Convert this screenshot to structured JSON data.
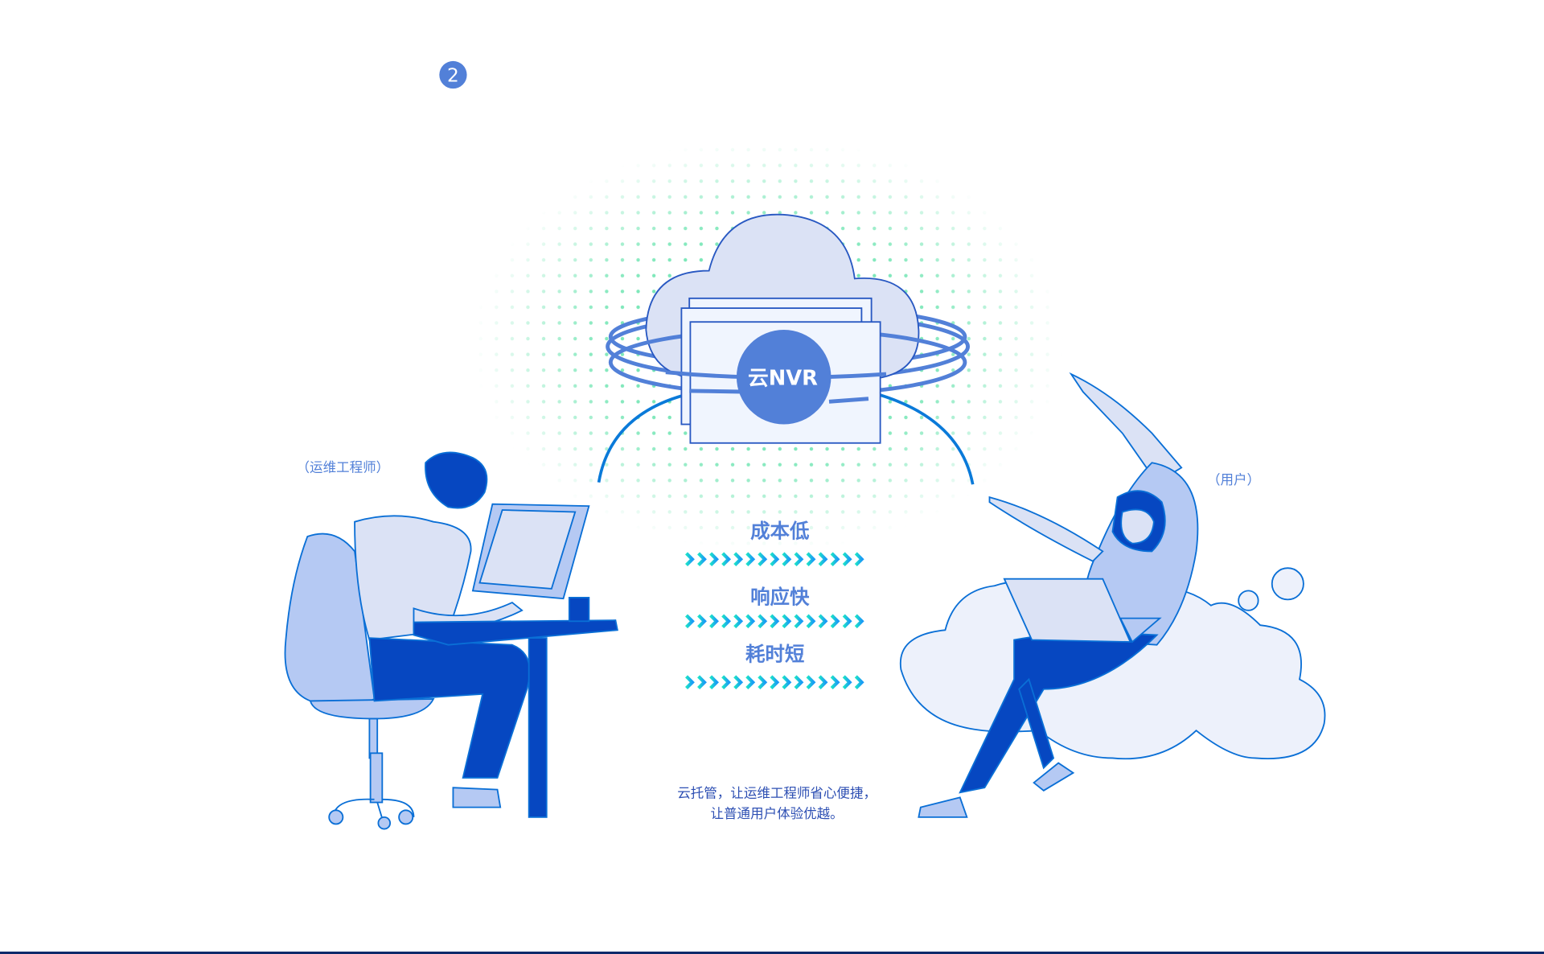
{
  "step_badge": "2",
  "center": {
    "label": "云NVR"
  },
  "benefits": [
    "成本低",
    "响应快",
    "耗时短"
  ],
  "roles": {
    "engineer": "（运维工程师）",
    "user": "（用户）"
  },
  "caption": {
    "line1": "云托管，让运维工程师省心便捷，",
    "line2": "让普通用户体验优越。"
  },
  "colors": {
    "primary": "#5280d8",
    "dark_blue": "#0647c1",
    "light_blue": "#b5c9f3",
    "pale": "#dbe2f5",
    "teal": "#1de3c8",
    "sky": "#1a9cf5",
    "dots": "#3ddc97"
  }
}
